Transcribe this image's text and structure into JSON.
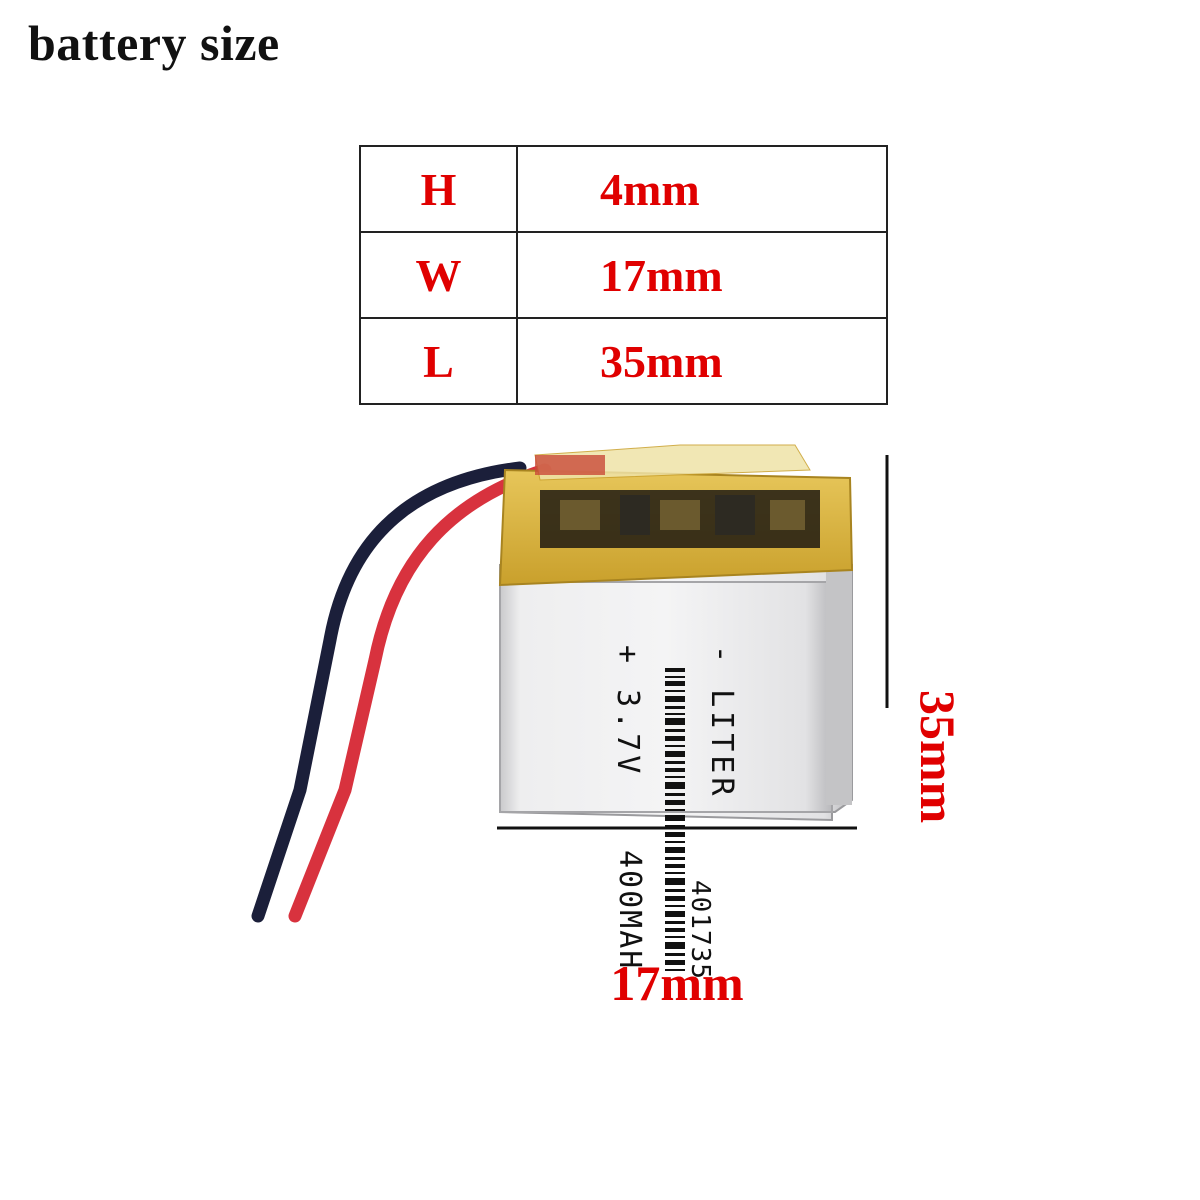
{
  "title": "battery size",
  "dimensions_table": [
    {
      "key": "H",
      "value": "4mm"
    },
    {
      "key": "W",
      "value": "17mm"
    },
    {
      "key": "L",
      "value": "35mm"
    }
  ],
  "battery_label": {
    "brand": "- LITER",
    "voltage": "+ 3.7V",
    "model": "401735",
    "capacity": "400MAH"
  },
  "measurements": {
    "width_label": "17mm",
    "length_label": "35mm"
  },
  "colors": {
    "accent": "#e00000",
    "wire_red": "#d8323e",
    "wire_black": "#1b1f3a",
    "pcb_tape": "#d8b33c",
    "cell_body": "#e9e9ea"
  }
}
